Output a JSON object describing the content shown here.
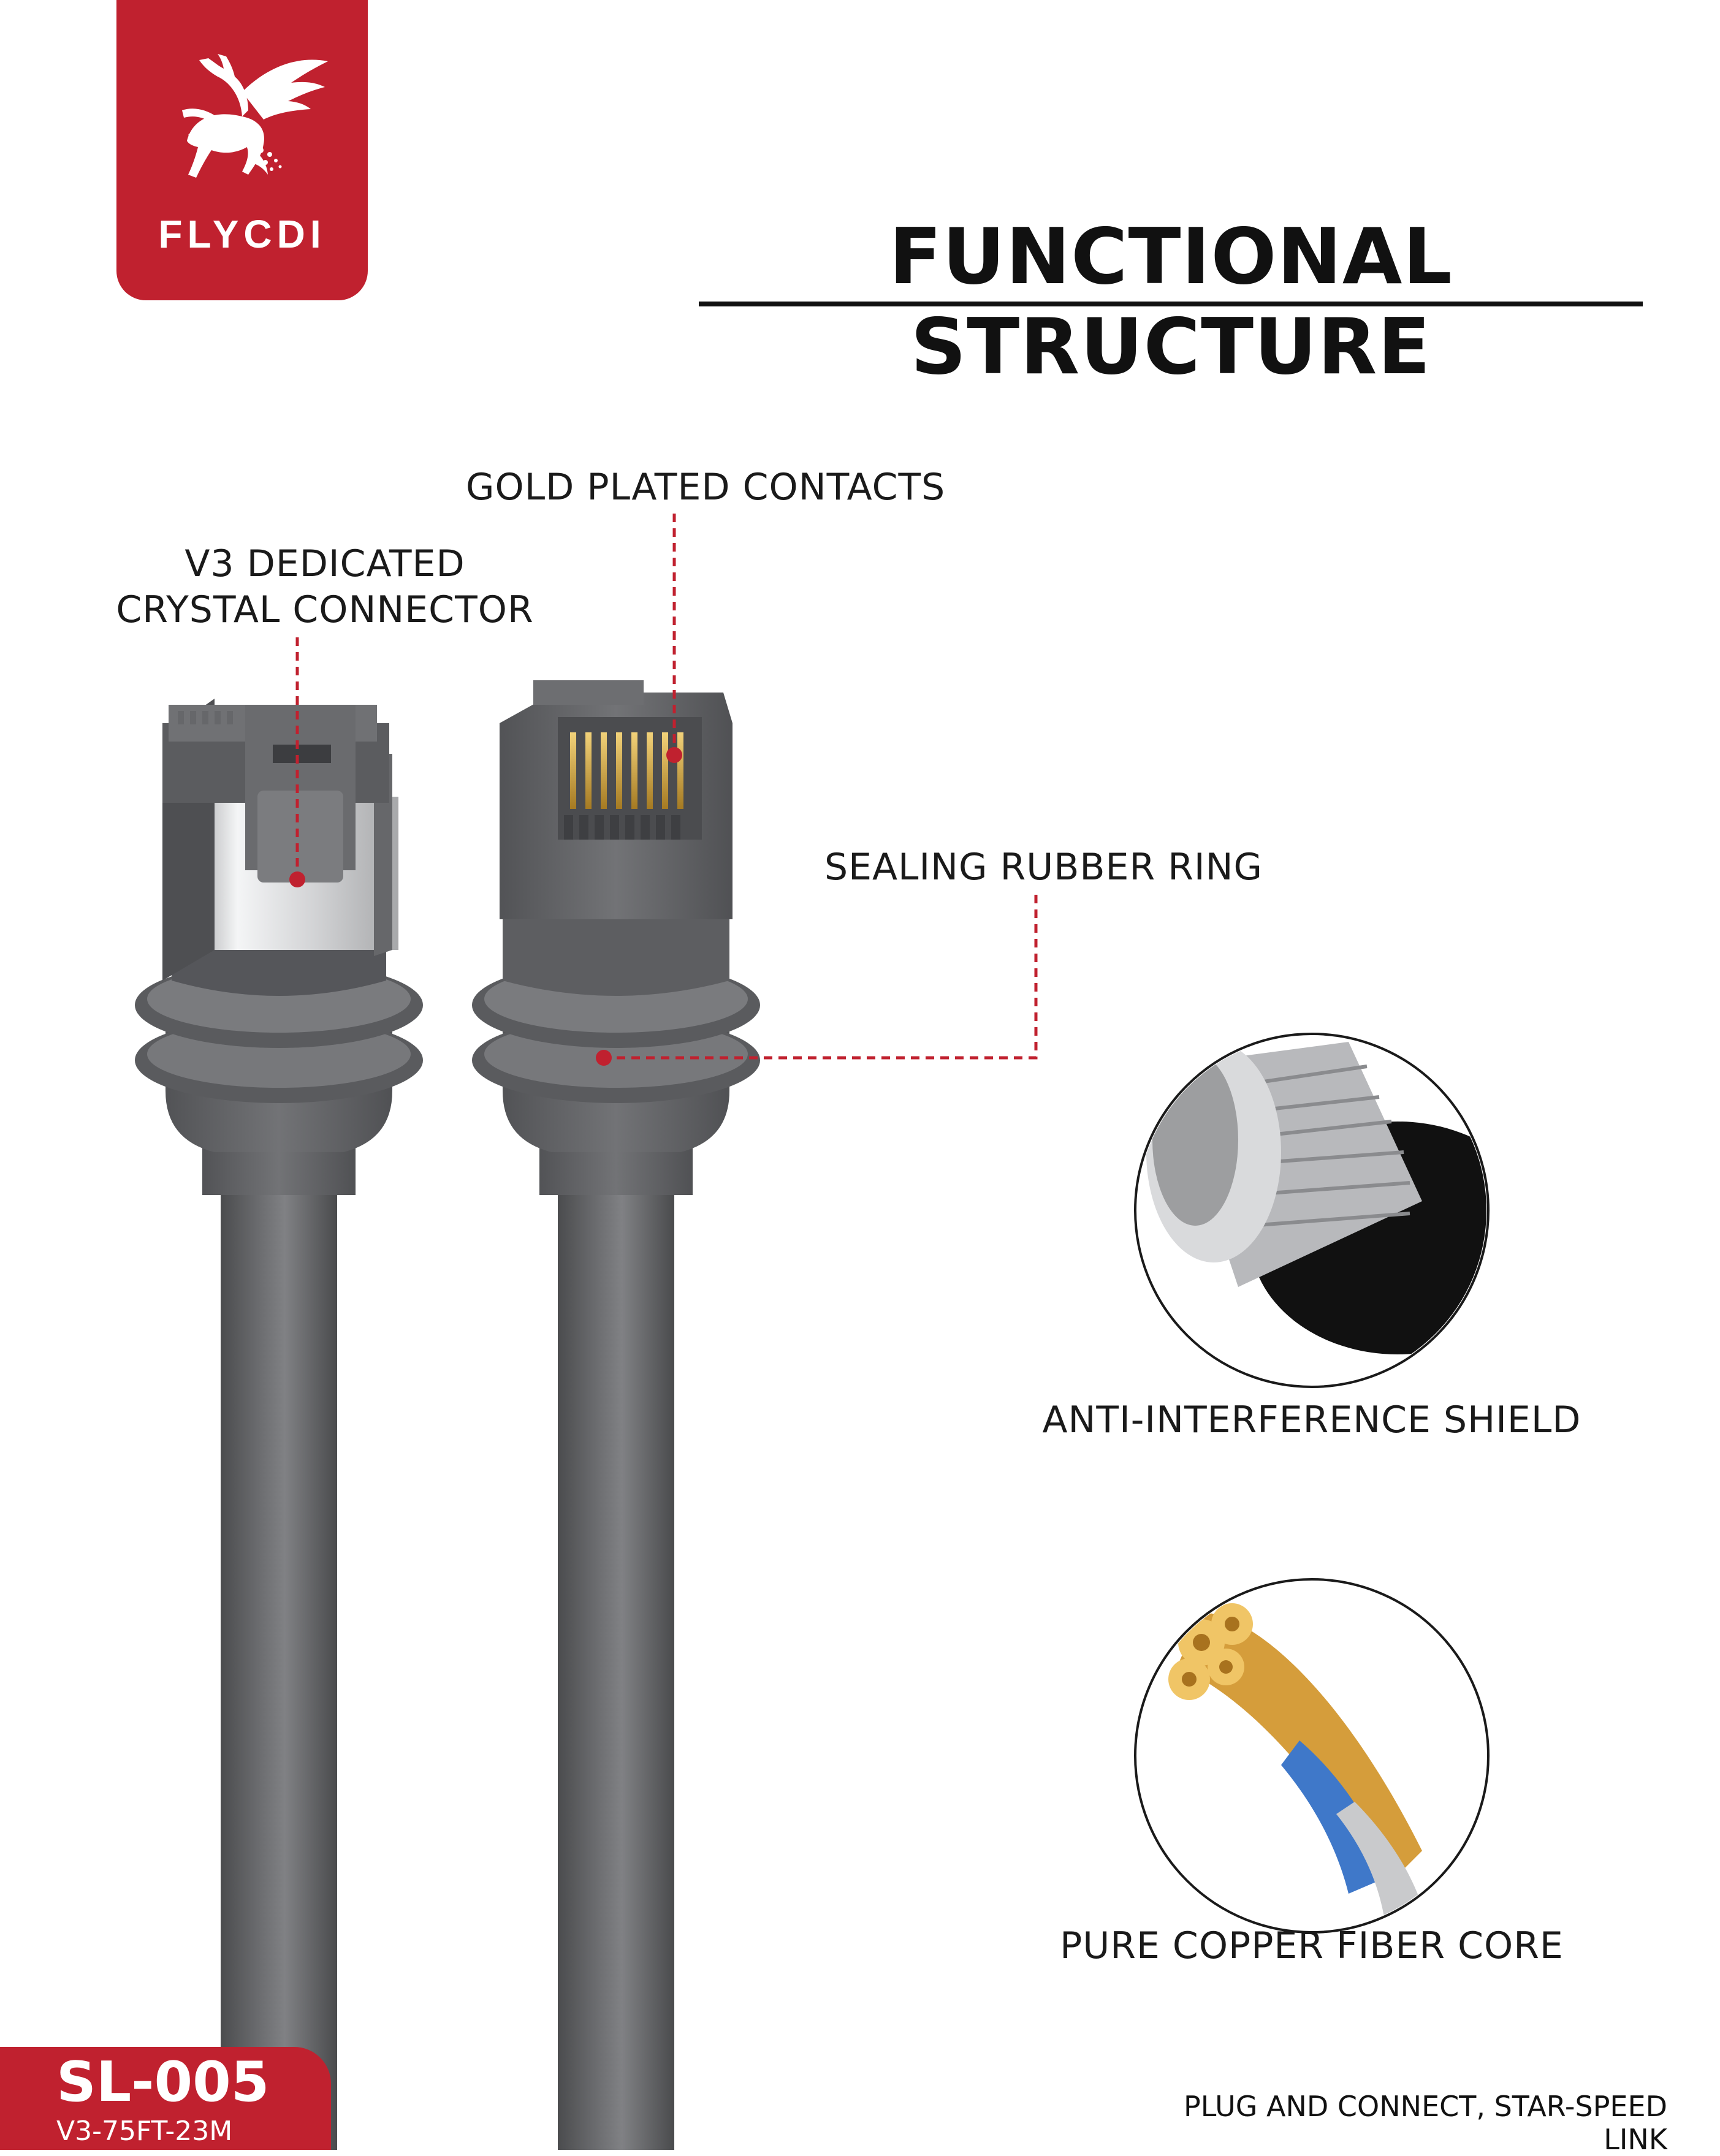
{
  "brand": {
    "name": "FLYCDI",
    "accent": "#c0212f"
  },
  "title": "FUNCTIONAL STRUCTURE",
  "labels": {
    "gold_contacts": "GOLD PLATED CONTACTS",
    "crystal_line1": "V3 DEDICATED",
    "crystal_line2": "CRYSTAL CONNECTOR",
    "rubber_ring": "SEALING RUBBER RING",
    "shield": "ANTI-INTERFERENCE SHIELD",
    "copper": "PURE COPPER FIBER CORE"
  },
  "product": {
    "model": "SL-005",
    "variant": "V3-75FT-23M"
  },
  "tagline": "PLUG AND CONNECT, STAR-SPEED LINK",
  "colors": {
    "cable": "#5f6062",
    "cable_light": "#808184",
    "cable_dark": "#4a4b4d",
    "chrome": "#e8e9ea",
    "gold": "#d4a73a"
  },
  "icons": [
    "pegasus-logo-icon"
  ]
}
